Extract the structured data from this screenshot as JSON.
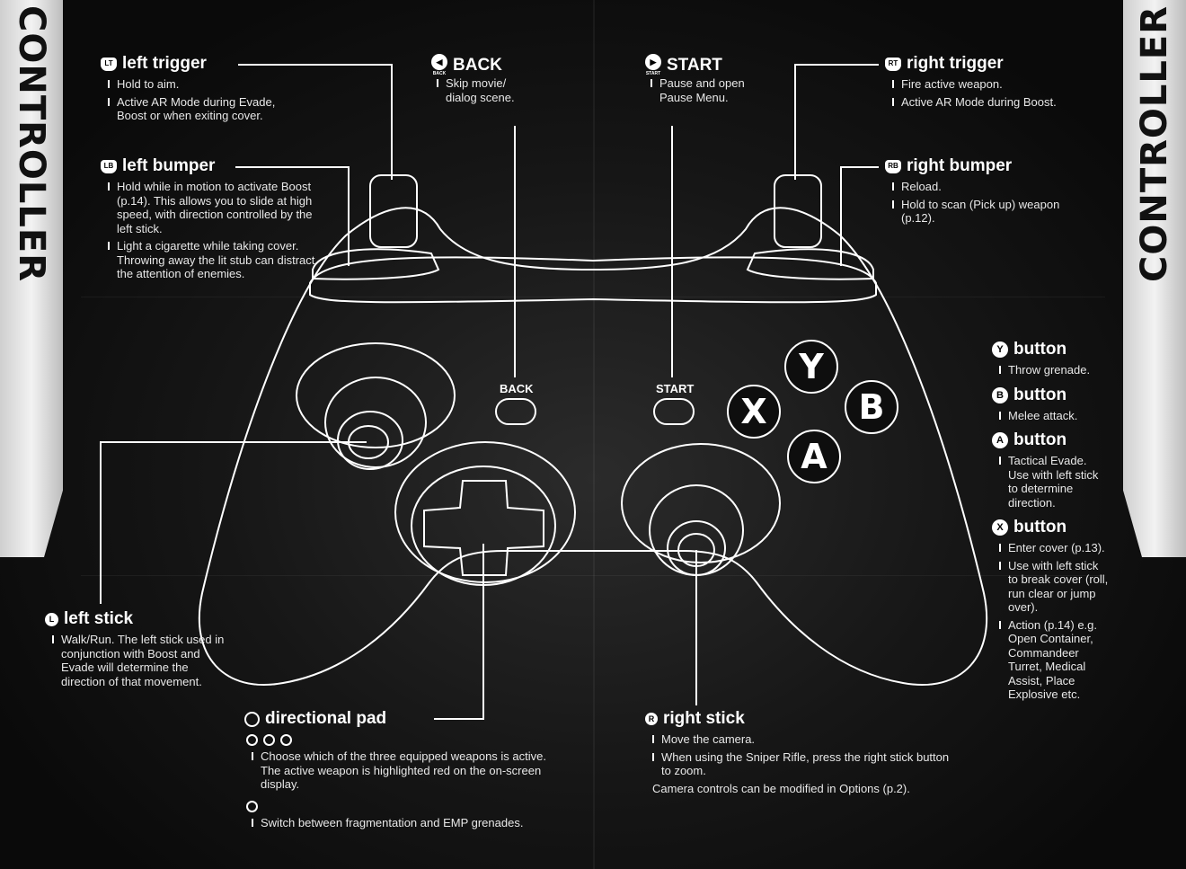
{
  "spine": {
    "left": "CONTROLLER",
    "right": "CONTROLLER"
  },
  "controller_labels": {
    "back": "BACK",
    "start": "START"
  },
  "face_buttons": {
    "y": "Y",
    "b": "B",
    "x": "X",
    "a": "A"
  },
  "left_trigger": {
    "icon": "LT",
    "title": "left trigger",
    "items": [
      "Hold to aim.",
      "Active AR Mode during Evade, Boost or when exiting cover."
    ]
  },
  "left_bumper": {
    "icon": "LB",
    "title": "left bumper",
    "items": [
      "Hold while in motion to activate Boost (p.14). This allows you to slide at high speed, with direction controlled by the left stick.",
      "Light a cigarette while taking cover. Throwing away the lit stub can distract the attention of enemies."
    ]
  },
  "back": {
    "icon": "BACK",
    "title": "BACK",
    "items": [
      "Skip movie/ dialog scene."
    ]
  },
  "start": {
    "icon": "START",
    "title": "START",
    "items": [
      "Pause and open Pause Menu."
    ]
  },
  "right_trigger": {
    "icon": "RT",
    "title": "right trigger",
    "items": [
      "Fire active weapon.",
      "Active AR Mode during Boost."
    ]
  },
  "right_bumper": {
    "icon": "RB",
    "title": "right bumper",
    "items": [
      "Reload.",
      "Hold to scan (Pick up) weapon (p.12)."
    ]
  },
  "y_button": {
    "icon": "Y",
    "title": "button",
    "items": [
      "Throw grenade."
    ]
  },
  "b_button": {
    "icon": "B",
    "title": "button",
    "items": [
      "Melee attack."
    ]
  },
  "a_button": {
    "icon": "A",
    "title": "button",
    "items": [
      "Tactical Evade. Use with left stick to determine direction."
    ]
  },
  "x_button": {
    "icon": "X",
    "title": "button",
    "items": [
      "Enter cover (p.13).",
      "Use with left stick to break cover (roll, run clear or jump over).",
      "Action (p.14) e.g. Open Container, Commandeer Turret, Medical Assist, Place Explosive etc."
    ]
  },
  "left_stick": {
    "icon": "L",
    "title": "left stick",
    "items": [
      "Walk/Run. The left stick used in conjunction with Boost and Evade will determine the direction of that movement."
    ]
  },
  "dpad": {
    "title": "directional pad",
    "weapon_items": [
      "Choose which of the three equipped weapons is active. The active weapon is highlighted red on the on-screen display."
    ],
    "grenade_items": [
      "Switch between fragmentation and EMP grenades."
    ]
  },
  "right_stick": {
    "icon": "R",
    "title": "right stick",
    "items": [
      "Move the camera.",
      "When using the Sniper Rifle, press the right stick button to zoom."
    ],
    "note": "Camera controls can be modified in Options (p.2)."
  }
}
